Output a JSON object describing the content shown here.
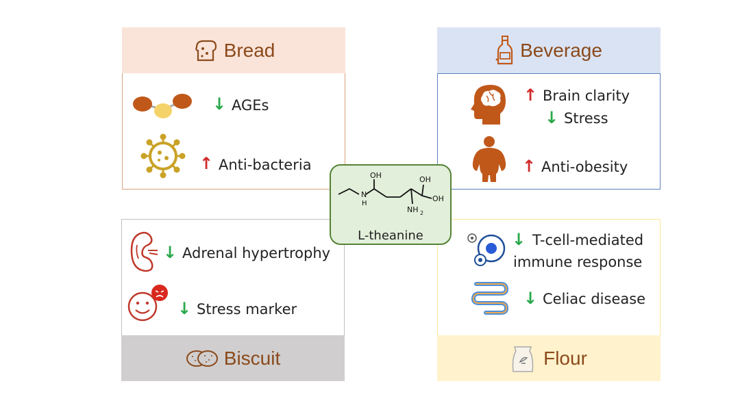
{
  "quadrants": {
    "bread": {
      "title": "Bread",
      "items": [
        {
          "direction": "down",
          "label": "AGEs"
        },
        {
          "direction": "up",
          "label": "Anti-bacteria"
        }
      ]
    },
    "beverage": {
      "title": "Beverage",
      "items": [
        {
          "direction": "up",
          "label": "Brain clarity"
        },
        {
          "direction": "down",
          "label": "Stress"
        },
        {
          "direction": "up",
          "label": "Anti-obesity"
        }
      ]
    },
    "biscuit": {
      "title": "Biscuit",
      "items": [
        {
          "direction": "down",
          "label": "Adrenal hypertrophy"
        },
        {
          "direction": "down",
          "label": "Stress marker"
        }
      ]
    },
    "flour": {
      "title": "Flour",
      "items": [
        {
          "direction": "down",
          "label_line1": "T-cell-mediated",
          "label_line2": "immune response"
        },
        {
          "direction": "down",
          "label": "Celiac disease"
        }
      ]
    }
  },
  "center": {
    "name": "L-theanine",
    "atoms": {
      "oh1": "OH",
      "oh2": "OH",
      "oh3": "OH",
      "nh": "N",
      "h": "H",
      "nh2": "NH",
      "sub2": "2"
    }
  },
  "arrows": {
    "up": "↑",
    "down": "↓"
  },
  "colors": {
    "bread_header": "#fae3d9",
    "beverage_header": "#dae3f3",
    "biscuit_header": "#d0cece",
    "flour_header": "#fff2cc",
    "title_text": "#8b4a1c",
    "up_arrow": "#d22a2a",
    "down_arrow": "#29a84a",
    "center_fill": "#e2efda",
    "center_border": "#548235"
  }
}
